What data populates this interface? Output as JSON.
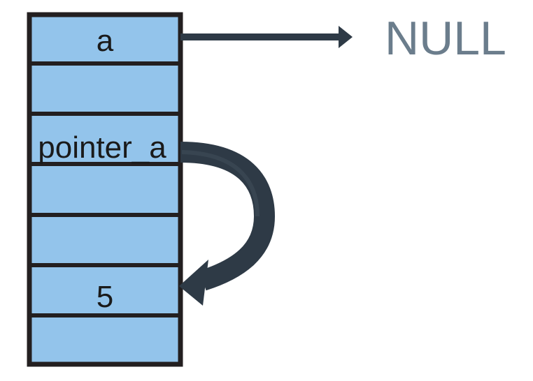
{
  "memory": {
    "cells": [
      {
        "label": "a"
      },
      {
        "label": ""
      },
      {
        "label": "pointer_a"
      },
      {
        "label": ""
      },
      {
        "label": ""
      },
      {
        "label": "5"
      },
      {
        "label": ""
      }
    ],
    "cell_fill": "#93c4eb",
    "border_color": "#231f20"
  },
  "null_label": "NULL",
  "arrows": {
    "color": "#2e3a46",
    "a_to_null": {
      "from": "a",
      "to": "NULL"
    },
    "pointer_to_value": {
      "from": "pointer_a",
      "to": "5"
    }
  }
}
